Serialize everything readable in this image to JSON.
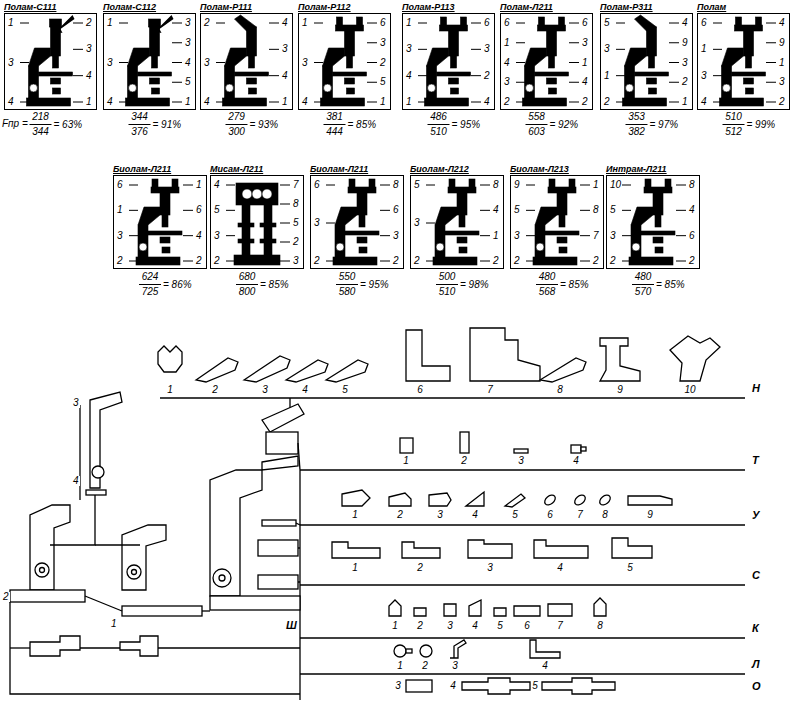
{
  "diagram": {
    "nodes": [
      {
        "text": [
          "Полам-С111"
        ]
      },
      {
        "text": [
          "Полам-С112"
        ]
      },
      {
        "text": [
          "Полам-Р111"
        ]
      },
      {
        "text": [
          "Полам-Р112"
        ]
      },
      {
        "text": [
          "Полам-Р113"
        ]
      },
      {
        "text": [
          "Полам-Л211"
        ]
      },
      {
        "text": [
          "Полам-Р311"
        ]
      },
      {
        "text": [
          "Полам"
        ]
      },
      {
        "text": [
          "Биолам-Л211"
        ]
      },
      {
        "text": [
          "Мисам-Л211"
        ]
      },
      {
        "text": [
          "Биолам-Л211"
        ]
      },
      {
        "text": [
          "Биолам-Л212"
        ]
      },
      {
        "text": [
          "Биолам-Л213"
        ]
      },
      {
        "text": [
          "Интрам-Л211"
        ]
      }
    ],
    "labels": [
      "Fпр =",
      "218",
      "344",
      "= 63%",
      "344",
      "376",
      "= 91%",
      "279",
      "300",
      "= 93%",
      "381",
      "444",
      "= 85%",
      "486",
      "510",
      "= 95%",
      "558",
      "603",
      "= 92%",
      "353",
      "382",
      "= 97%",
      "510",
      "512",
      "= 99%",
      "624",
      "725",
      "= 86%",
      "680",
      "800",
      "= 85%",
      "550",
      "580",
      "= 95%",
      "500",
      "510",
      "= 98%",
      "480",
      "568",
      "= 85%",
      "480",
      "570",
      "= 85%",
      "1",
      "3",
      "4",
      "2",
      "3",
      "4",
      "1",
      "1",
      "3",
      "4",
      "3",
      "3",
      "4",
      "5",
      "1",
      "2",
      "3",
      "4",
      "4",
      "3",
      "4",
      "1",
      "1",
      "3",
      "4",
      "6",
      "3",
      "2",
      "5",
      "1",
      "1",
      "3",
      "4",
      "1",
      "6",
      "3",
      "2",
      "4",
      "6",
      "1",
      "4",
      "3",
      "2",
      "6",
      "3",
      "1",
      "4",
      "2",
      "5",
      "3",
      "1",
      "2",
      "4",
      "9",
      "3",
      "2",
      "1",
      "6",
      "1",
      "3",
      "4",
      "4",
      "9",
      "1",
      "3",
      "2",
      "6",
      "1",
      "3",
      "2",
      "1",
      "6",
      "4",
      "2",
      "4",
      "5",
      "3",
      "2",
      "7",
      "8",
      "5",
      "2",
      "3",
      "6",
      "3",
      "2",
      "8",
      "6",
      "3",
      "2",
      "5",
      "3",
      "2",
      "8",
      "4",
      "1",
      "2",
      "9",
      "5",
      "3",
      "2",
      "1",
      "8",
      "7",
      "2",
      "10",
      "5",
      "3",
      "2",
      "8",
      "4",
      "6",
      "2",
      "1",
      "2",
      "3",
      "4",
      "5",
      "6",
      "7",
      "8",
      "9",
      "10",
      "Н",
      "1",
      "2",
      "3",
      "4",
      "Т",
      "1",
      "2",
      "3",
      "4",
      "5",
      "6",
      "7",
      "8",
      "9",
      "У",
      "1",
      "2",
      "3",
      "4",
      "5",
      "С",
      "1",
      "2",
      "3",
      "4",
      "5",
      "6",
      "7",
      "8",
      "К",
      "1",
      "2",
      "3",
      "4",
      "Л",
      "3",
      "4",
      "5",
      "О",
      "Ш",
      "2",
      "3",
      "4",
      "1"
    ]
  }
}
